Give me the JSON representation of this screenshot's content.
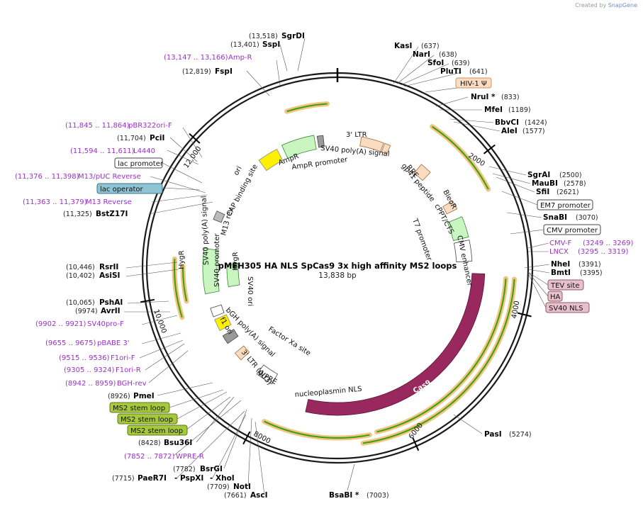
{
  "credit": {
    "prefix": "Created by",
    "brand": "SnapGene"
  },
  "plasmid": {
    "name": "pMEH305 HA NLS SpCas9 3x high affinity MS2 loops",
    "size_label": "13,838 bp",
    "length": 13838
  },
  "ticks": [
    "2000",
    "4000",
    "6000",
    "8000",
    "10,000",
    "12,000"
  ],
  "enzymes_right": [
    {
      "name": "KasI",
      "pos": "(637)"
    },
    {
      "name": "NarI",
      "pos": "(638)"
    },
    {
      "name": "SfoI",
      "pos": "(639)"
    },
    {
      "name": "PluTI",
      "pos": "(641)"
    },
    {
      "name": "NruI *",
      "pos": "(833)"
    },
    {
      "name": "MfeI",
      "pos": "(1189)"
    },
    {
      "name": "BbvCI",
      "pos": "(1424)"
    },
    {
      "name": "AleI",
      "pos": "(1577)"
    },
    {
      "name": "SgrAI",
      "pos": "(2500)"
    },
    {
      "name": "MauBI",
      "pos": "(2578)"
    },
    {
      "name": "SfiI",
      "pos": "(2621)"
    },
    {
      "name": "SnaBI",
      "pos": "(3070)"
    },
    {
      "name": "NheI",
      "pos": "(3391)"
    },
    {
      "name": "BmtI",
      "pos": "(3395)"
    },
    {
      "name": "PasI",
      "pos": "(5274)"
    },
    {
      "name": "BsaBI *",
      "pos": "(7003)"
    }
  ],
  "enzymes_left": [
    {
      "name": "SgrDI",
      "pos": "(13,518)"
    },
    {
      "name": "SspI",
      "pos": "(13,401)"
    },
    {
      "name": "FspI",
      "pos": "(12,819)"
    },
    {
      "name": "PciI",
      "pos": "(11,704)"
    },
    {
      "name": "BstZ17I",
      "pos": "(11,325)"
    },
    {
      "name": "RsrII",
      "pos": "(10,446)"
    },
    {
      "name": "AsiSI",
      "pos": "(10,402)"
    },
    {
      "name": "PshAI",
      "pos": "(10,065)"
    },
    {
      "name": "AvrII",
      "pos": "(9974)"
    },
    {
      "name": "PmeI",
      "pos": "(8926)"
    },
    {
      "name": "Bsu36I",
      "pos": "(8428)"
    },
    {
      "name": "BsrGI",
      "pos": "(7782)"
    },
    {
      "name": "PaeR7I",
      "pos": "(7715)"
    },
    {
      "name": "- PspXI",
      "pos": ""
    },
    {
      "name": "- XhoI",
      "pos": ""
    },
    {
      "name": "NotI",
      "pos": "(7709)"
    },
    {
      "name": "AscI",
      "pos": "(7661)"
    }
  ],
  "primers": [
    {
      "name": "Amp-R",
      "range": "(13,147 .. 13,166)"
    },
    {
      "name": "pBR322ori-F",
      "range": "(11,845 .. 11,864)"
    },
    {
      "name": "L4440",
      "range": "(11,594 .. 11,611)"
    },
    {
      "name": "M13/pUC Reverse",
      "range": "(11,376 .. 11,398)"
    },
    {
      "name": "M13 Reverse",
      "range": "(11,363 .. 11,379)"
    },
    {
      "name": "SV40pro-F",
      "range": "(9902 .. 9921)"
    },
    {
      "name": "pBABE 3'",
      "range": "(9655 .. 9675)"
    },
    {
      "name": "F1ori-F",
      "range": "(9515 .. 9536)"
    },
    {
      "name": "F1ori-R",
      "range": "(9305 .. 9324)"
    },
    {
      "name": "BGH-rev",
      "range": "(8942 .. 8959)"
    },
    {
      "name": "WPRE-R",
      "range": "(7852 .. 7872)"
    },
    {
      "name": "CMV-F",
      "range": "(3249 .. 3269)"
    },
    {
      "name": "LNCX",
      "range": "(3295 .. 3319)"
    }
  ],
  "boxed_labels": [
    {
      "text": "HIV-1 Ψ",
      "color": "#fbdcc1"
    },
    {
      "text": "EM7 promoter",
      "color": "#ffffff"
    },
    {
      "text": "CMV promoter",
      "color": "#ffffff"
    },
    {
      "text": "TEV site",
      "color": "#e8c0cc"
    },
    {
      "text": "HA",
      "color": "#e8c0cc"
    },
    {
      "text": "SV40 NLS",
      "color": "#e8c0cc"
    },
    {
      "text": "lac promoter",
      "color": "#ffffff"
    },
    {
      "text": "lac operator",
      "color": "#8dc4d6"
    },
    {
      "text": "MS2 stem loop",
      "color": "#a6c83c"
    },
    {
      "text": "MS2 stem loop",
      "color": "#a6c83c"
    },
    {
      "text": "MS2 stem loop",
      "color": "#a6c83c"
    }
  ],
  "features": [
    "3' LTR",
    "SV40 poly(A) signal",
    "AmpR",
    "AmpR promoter",
    "ori",
    "CAP binding site",
    "M13 rev",
    "RRE",
    "gp41 peptide",
    "BleoR",
    "cPPT/CTS",
    "T7 promoter",
    "CMV enhancer",
    "HygR",
    "SV40 poly(A) signal",
    "SV40 promoter",
    "HygR",
    "SV40 ori",
    "bGH poly(A) signal",
    "f1 ori",
    "Factor Xa site",
    "3' LTR (ΔU3)",
    "WPRE",
    "nucleoplasmin NLS",
    "Cas9"
  ],
  "colors": {
    "backbone": "#1a1a1a",
    "cas9": "#98285e",
    "marker": "#c8f5c0",
    "ori": "#ffef00",
    "ltr": "#fbdcc1",
    "orf_line": "#3aa012",
    "orf_halo": "#f2c480",
    "primer": "#9b30c8",
    "promoter": "#ffffff"
  }
}
